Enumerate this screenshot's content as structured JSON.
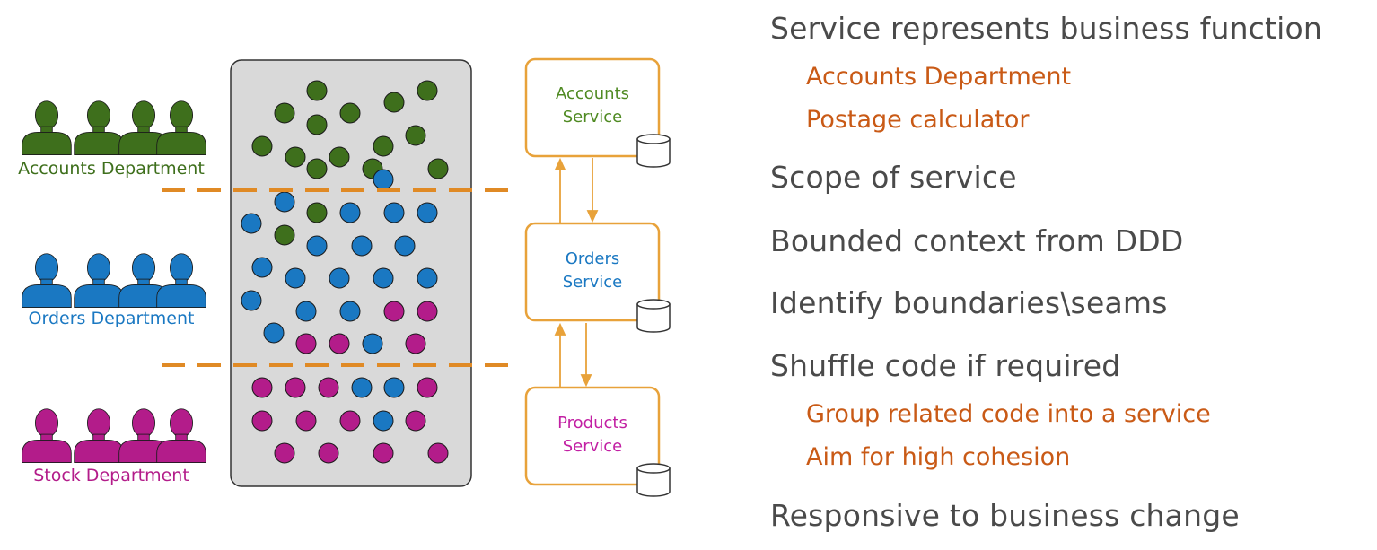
{
  "colors": {
    "accounts": "#3e6f1c",
    "orders": "#1a78c2",
    "stock": "#b31c8a",
    "service_border": "#e8a23a",
    "boundary": "#e08a25",
    "monolith_fill": "#d9d9d9",
    "heading": "#4a4a4a",
    "sub_bullet": "#c95a16"
  },
  "departments": [
    {
      "key": "accounts",
      "label": "Accounts Department",
      "color": "#3e6f1c"
    },
    {
      "key": "orders",
      "label": "Orders Department",
      "color": "#1a78c2"
    },
    {
      "key": "stock",
      "label": "Stock Department",
      "color": "#b31c8a"
    }
  ],
  "services": [
    {
      "key": "accounts",
      "line1": "Accounts",
      "line2": "Service",
      "color": "#4f8a22"
    },
    {
      "key": "orders",
      "line1": "Orders",
      "line2": "Service",
      "color": "#1a78c2"
    },
    {
      "key": "products",
      "line1": "Products",
      "line2": "Service",
      "color": "#c21fa3"
    }
  ],
  "monolith_dot_colors": [
    "green",
    "green",
    "green",
    "green",
    "green",
    "green",
    "green",
    "green",
    "green",
    "green",
    "green",
    "green",
    "green",
    "green",
    "blue",
    "blue",
    "blue",
    "green",
    "blue",
    "blue",
    "blue",
    "green",
    "blue",
    "blue",
    "blue",
    "blue",
    "blue",
    "blue",
    "blue",
    "blue",
    "blue",
    "blue",
    "blue",
    "magenta",
    "magenta",
    "blue",
    "magenta",
    "magenta",
    "blue",
    "magenta",
    "magenta",
    "magenta",
    "magenta",
    "blue",
    "blue",
    "magenta",
    "magenta",
    "magenta",
    "magenta",
    "blue",
    "magenta",
    "magenta",
    "magenta",
    "magenta",
    "magenta"
  ],
  "bullets": [
    {
      "level": 1,
      "text": "Service represents business function"
    },
    {
      "level": 2,
      "text": "Accounts Department"
    },
    {
      "level": 2,
      "text": "Postage calculator"
    },
    {
      "level": 1,
      "text": "Scope of service"
    },
    {
      "level": 1,
      "text": "Bounded context from DDD"
    },
    {
      "level": 1,
      "text": "Identify boundaries\\seams"
    },
    {
      "level": 1,
      "text": "Shuffle code if required"
    },
    {
      "level": 2,
      "text": "Group related code into a service"
    },
    {
      "level": 2,
      "text": "Aim for high cohesion"
    },
    {
      "level": 1,
      "text": "Responsive to business change"
    }
  ]
}
